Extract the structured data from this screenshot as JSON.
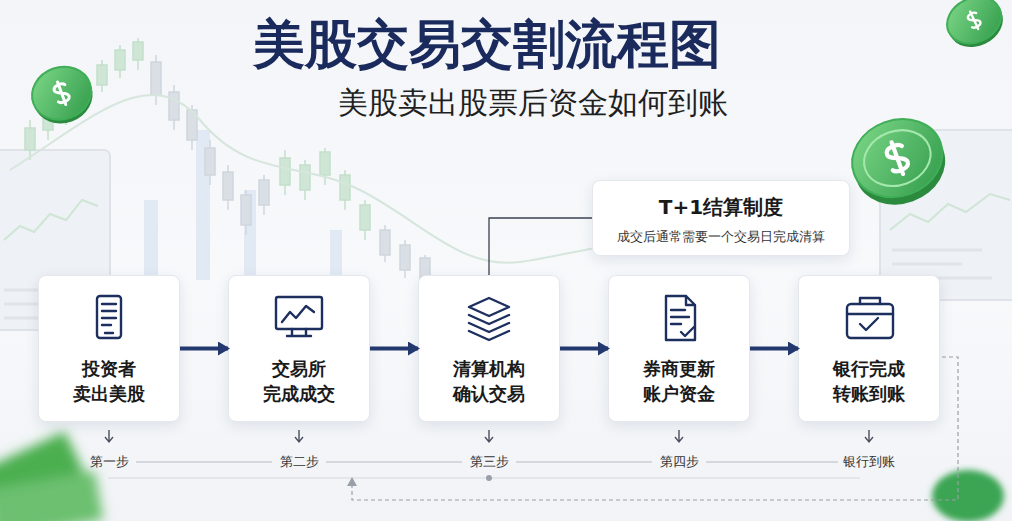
{
  "diagram": {
    "title": "美股交易交割流程图",
    "nodes": [
      {
        "text": [
          "T+1结算制度",
          "成交后通常需要一个交易日完成清算"
        ]
      },
      {
        "text": [
          "投资者 卖出美股"
        ]
      },
      {
        "text": [
          "交易所 完成成交"
        ]
      },
      {
        "text": [
          "清算机构 确认交易"
        ]
      },
      {
        "text": [
          "券商更新 账户资金"
        ]
      },
      {
        "text": [
          "银行完成 转账到账"
        ]
      }
    ],
    "edges": [
      {
        "from": 1,
        "to": 2,
        "arrow": "to"
      },
      {
        "from": 2,
        "to": 3,
        "arrow": "to"
      },
      {
        "from": 3,
        "to": 4,
        "arrow": "to"
      },
      {
        "from": 4,
        "to": 5,
        "arrow": "to"
      },
      {
        "from": 0,
        "to": 3,
        "arrow": "none"
      }
    ],
    "labels": [
      "美股卖出股票后资金如何到账",
      "第一步",
      "第二步",
      "第三步",
      "第四步",
      "银行到账"
    ]
  }
}
